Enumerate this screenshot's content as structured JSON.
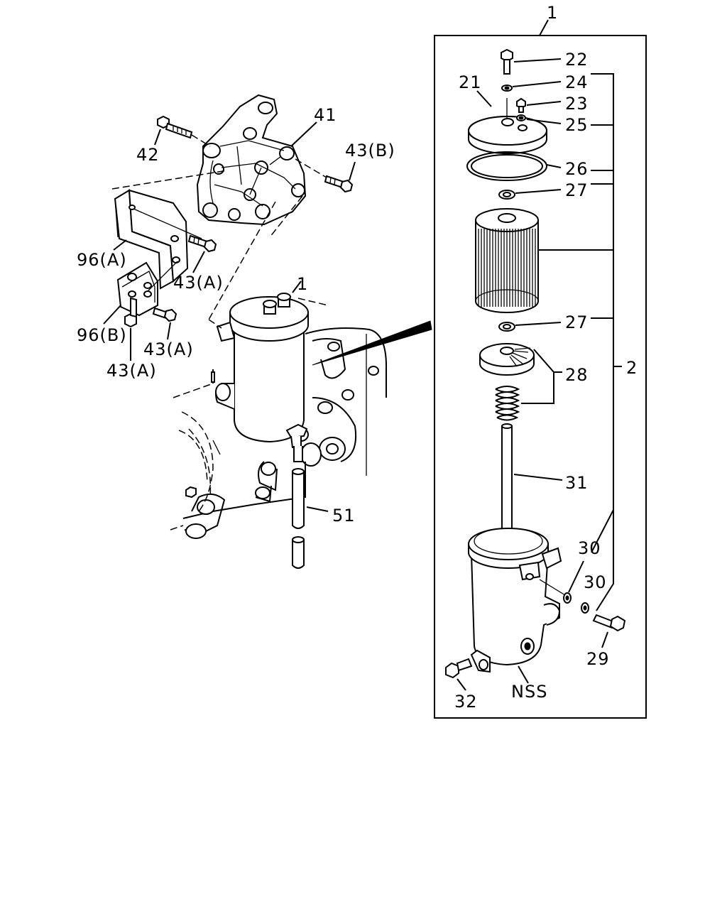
{
  "callouts": {
    "n1_top": "1",
    "n1_left": "1",
    "n2": "2",
    "n21": "21",
    "n22": "22",
    "n23": "23",
    "n24": "24",
    "n25": "25",
    "n26": "26",
    "n27_upper": "27",
    "n27_lower": "27",
    "n28": "28",
    "n29": "29",
    "n30_left": "30",
    "n30_right": "30",
    "n31": "31",
    "n32": "32",
    "nss": "NSS",
    "n41": "41",
    "n42": "42",
    "n43b": "43(B)",
    "n43a_1": "43(A)",
    "n43a_2": "43(A)",
    "n43a_3": "43(A)",
    "n96a": "96(A)",
    "n96b": "96(B)",
    "n51": "51"
  }
}
